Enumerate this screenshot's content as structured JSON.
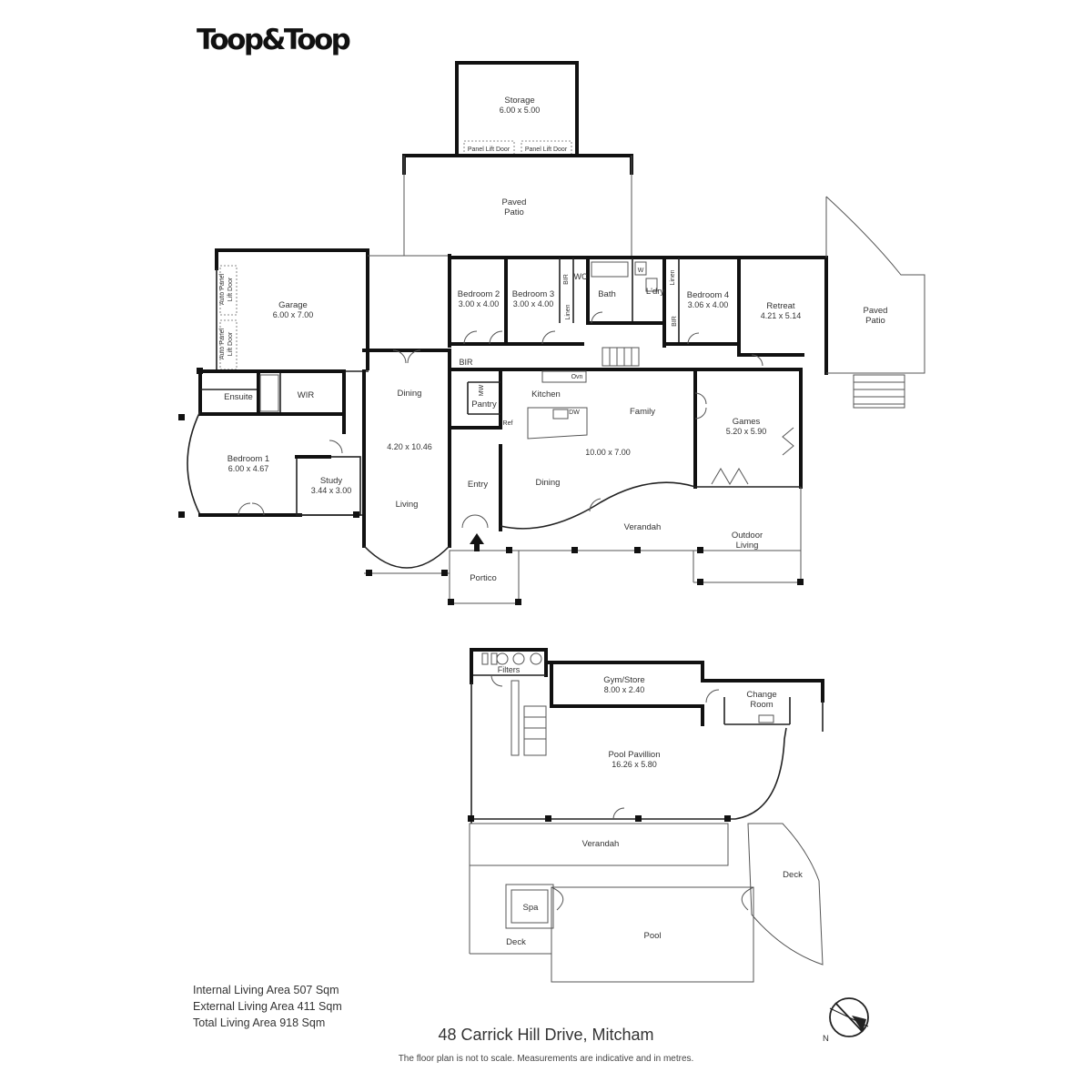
{
  "brand": {
    "logo_text": "Toop&Toop"
  },
  "rooms": {
    "storage": {
      "name": "Storage",
      "dims": "6.00 x 5.00"
    },
    "panel_door_1": "Panel Lift Door",
    "panel_door_2": "Panel Lift Door",
    "paved_patio_top": {
      "line1": "Paved",
      "line2": "Patio"
    },
    "paved_patio_right": {
      "line1": "Paved",
      "line2": "Patio"
    },
    "garage": {
      "name": "Garage",
      "dims": "6.00 x 7.00"
    },
    "auto_door_1": {
      "line1": "Auto Panel",
      "line2": "Lift Door"
    },
    "auto_door_2": {
      "line1": "Auto Panel",
      "line2": "Lift Door"
    },
    "bedroom2": {
      "name": "Bedroom 2",
      "dims": "3.00 x 4.00"
    },
    "bedroom3": {
      "name": "Bedroom 3",
      "dims": "3.00 x 4.00"
    },
    "bir_a": "BIR",
    "wc": "WC",
    "linen_a": "Linen",
    "bath": "Bath",
    "w": "W",
    "laundry": "L'dry",
    "linen_b": "Linen",
    "bedroom4": {
      "name": "Bedroom 4",
      "dims": "3.06 x 4.00"
    },
    "bir_b": "BIR",
    "retreat": {
      "name": "Retreat",
      "dims": "4.21 x 5.14"
    },
    "bir_c": "BIR",
    "ensuite": "Ensuite",
    "wir": "WIR",
    "bedroom1": {
      "name": "Bedroom 1",
      "dims": "6.00 x 4.67"
    },
    "study": {
      "name": "Study",
      "dims": "3.44 x 3.00"
    },
    "dining_living": {
      "dining": "Dining",
      "dims": "4.20 x 10.46",
      "living": "Living"
    },
    "entry": "Entry",
    "pantry": "Pantry",
    "mw": "MW",
    "ref": "Ref",
    "oven": "Ovn",
    "dw": "DW",
    "kitchen": "Kitchen",
    "family": "Family",
    "kfd_dims": "10.00 x 7.00",
    "dining2": "Dining",
    "games": {
      "name": "Games",
      "dims": "5.20 x 5.90"
    },
    "verandah": "Verandah",
    "outdoor_living": {
      "line1": "Outdoor",
      "line2": "Living"
    },
    "portico": "Portico",
    "filters": "Filters",
    "gym": {
      "name": "Gym/Store",
      "dims": "8.00 x 2.40"
    },
    "change_room": {
      "line1": "Change",
      "line2": "Room"
    },
    "pool_pavilion": {
      "name": "Pool Pavillion",
      "dims": "16.26 x 5.80"
    },
    "verandah2": "Verandah",
    "deck_right": "Deck",
    "spa": "Spa",
    "deck_left": "Deck",
    "pool": "Pool"
  },
  "areas": {
    "internal": "Internal Living Area 507 Sqm",
    "external": "External Living Area 411 Sqm",
    "total": "Total Living Area 918 Sqm"
  },
  "address": "48 Carrick Hill Drive, Mitcham",
  "disclaimer": "The floor plan is not to scale. Measurements are indicative and in metres.",
  "compass": {
    "label": "N"
  }
}
